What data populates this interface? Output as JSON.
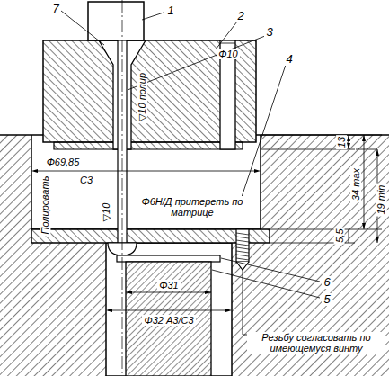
{
  "diagram": {
    "labels": [
      "1",
      "2",
      "3",
      "4",
      "7",
      "Φ10",
      "Φ69,85",
      "С3",
      "▽10 полир",
      "Φ6Н/Д притереть по матрице",
      "Полировать",
      "▽10",
      "13",
      "34 max",
      "19 min",
      "5,5",
      "6",
      "5",
      "Φ31",
      "Φ32 А3/С3",
      "Резьбу согласовать по имеющемуся винту"
    ]
  }
}
